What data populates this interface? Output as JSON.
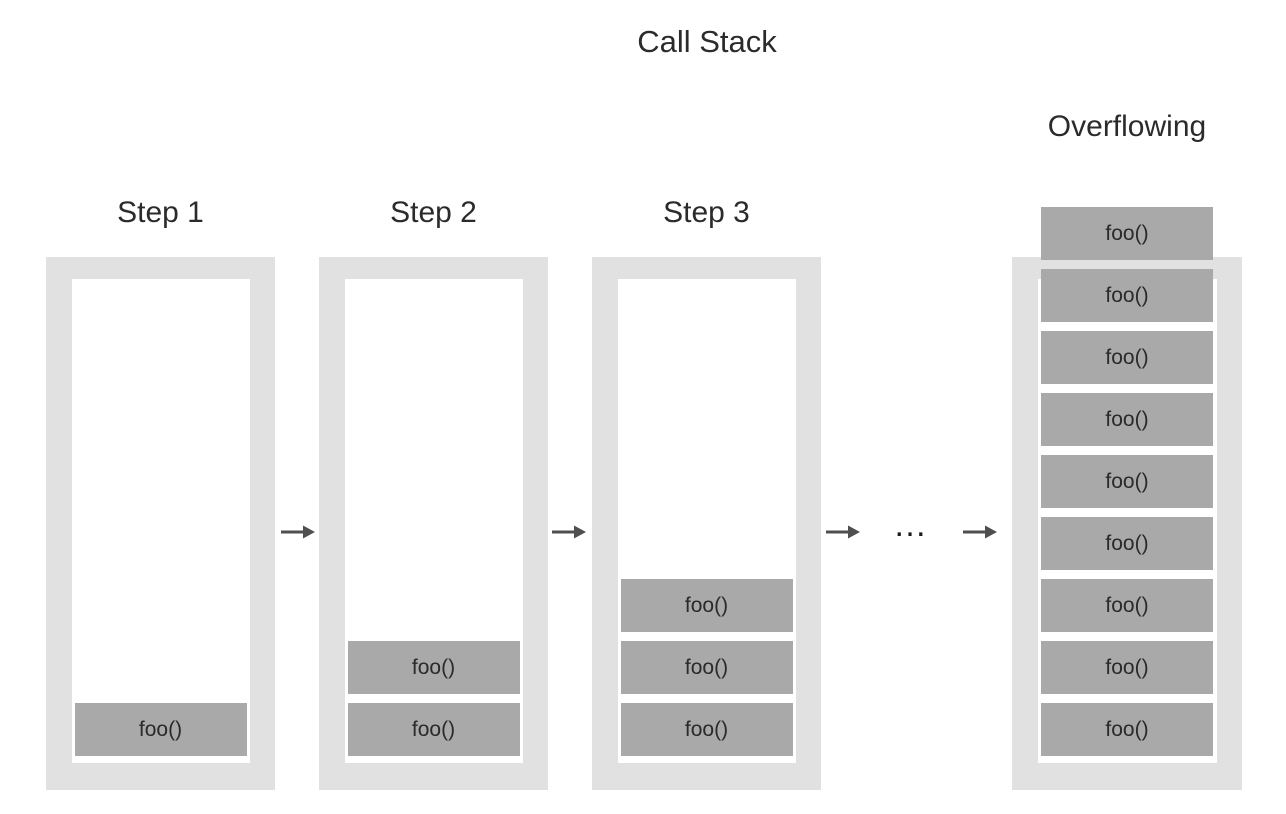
{
  "title": "Call Stack",
  "ellipsis": "…",
  "stacks": [
    {
      "id": "step-1",
      "label": "Step 1",
      "frames": [
        "foo()"
      ]
    },
    {
      "id": "step-2",
      "label": "Step 2",
      "frames": [
        "foo()",
        "foo()"
      ]
    },
    {
      "id": "step-3",
      "label": "Step 3",
      "frames": [
        "foo()",
        "foo()",
        "foo()"
      ]
    },
    {
      "id": "overflowing",
      "label": "Overflowing",
      "overflowing": true,
      "frames": [
        "foo()",
        "foo()",
        "foo()",
        "foo()",
        "foo()",
        "foo()",
        "foo()",
        "foo()",
        "foo()"
      ]
    }
  ],
  "colors": {
    "background": "#ffffff",
    "stack_frame": "#e1e1e1",
    "stack_interior": "#ffffff",
    "call_block": "#a9a9a9",
    "text": "#2b2b2b",
    "arrow": "#4f4f4f"
  }
}
